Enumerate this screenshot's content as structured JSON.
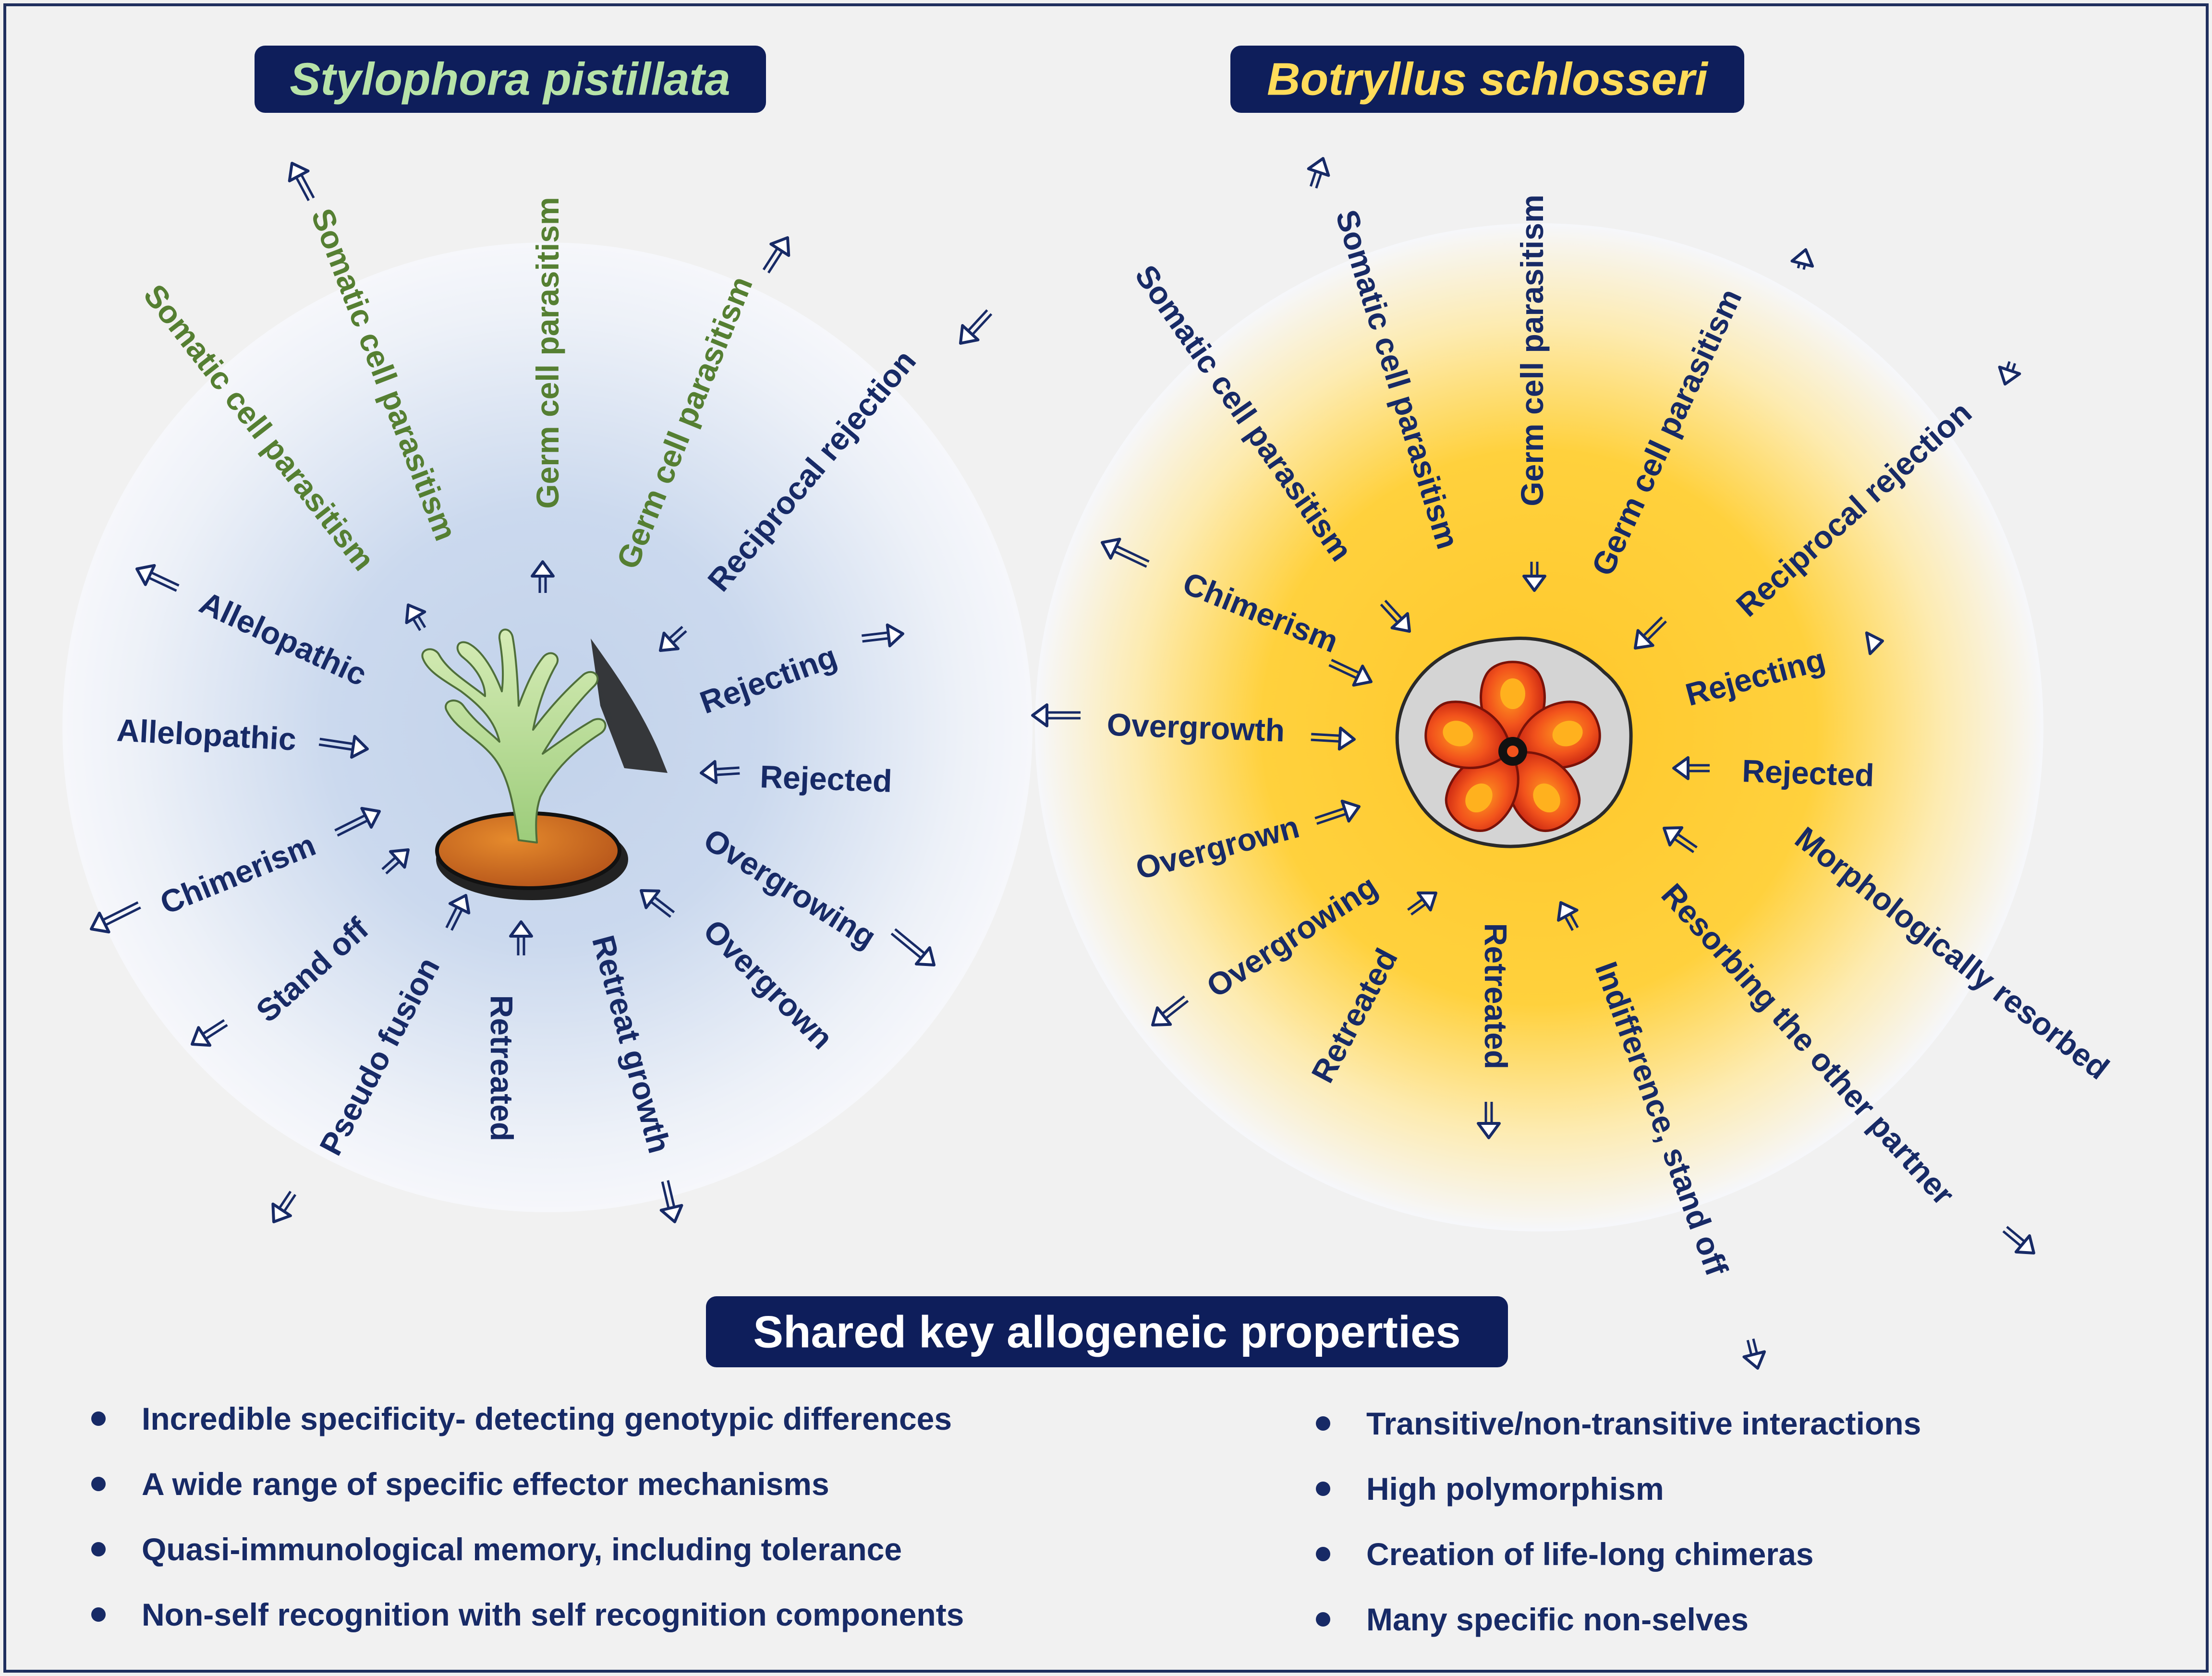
{
  "colors": {
    "background": "#f1f1f1",
    "frame": "#1f2f5e",
    "banner_fill": "#0e1e5b",
    "banner_text_left": "#b7e3a8",
    "banner_text_right": "#ffdc5a",
    "navy_text": "#172a66",
    "green_text": "#557f32",
    "halo_left": "#c2d2ea",
    "halo_right": "#ffc72a",
    "halo_edge": "#f4f6fb"
  },
  "left_panel": {
    "title": "Stylophora pistillata",
    "organism_icon": "coral-icon",
    "labels": {
      "somatic_outer": "Somatic cell parasitism",
      "somatic_inner": "Somatic cell parasitism",
      "germ_vertical": "Germ cell parasitism",
      "germ_diagonal": "Germ cell parasitism",
      "reciprocal": "Reciprocal rejection",
      "allelopathic_upper": "Allelopathic",
      "allelopathic_lower": "Allelopathic",
      "rejecting": "Rejecting",
      "rejected": "Rejected",
      "chimerism": "Chimerism",
      "overgrowing": "Overgrowing",
      "overgrown": "Overgrown",
      "stand_off": "Stand off",
      "pseudo_fusion": "Pseudo fusion",
      "retreated": "Retreated",
      "retreat_growth": "Retreat growth"
    }
  },
  "right_panel": {
    "title": "Botryllus schlosseri",
    "organism_icon": "tunicate-colony-icon",
    "labels": {
      "somatic_outer": "Somatic cell parasitism",
      "somatic_inner": "Somatic cell parasitism",
      "germ_vertical": "Germ cell parasitism",
      "germ_diagonal": "Germ cell parasitism",
      "reciprocal": "Reciprocal rejection",
      "chimerism": "Chimerism",
      "overgrowth": "Overgrowth",
      "rejecting": "Rejecting",
      "rejected": "Rejected",
      "overgrown": "Overgrown",
      "morph_resorbed": "Morphologically resorbed",
      "overgrowing": "Overgrowing",
      "resorbing": "Resorbing the other partner",
      "retreated_diag": "Retreated",
      "retreated_vert": "Retreated",
      "indifference": "Indifference, stand off"
    }
  },
  "shared": {
    "title": "Shared key allogeneic properties",
    "left_items": [
      "Incredible specificity- detecting genotypic differences",
      "A wide range of specific effector mechanisms",
      "Quasi-immunological memory, including tolerance",
      "Non-self recognition with self recognition components"
    ],
    "right_items": [
      "Transitive/non-transitive interactions",
      "High polymorphism",
      "Creation of life-long chimeras",
      "Many specific non-selves"
    ]
  }
}
